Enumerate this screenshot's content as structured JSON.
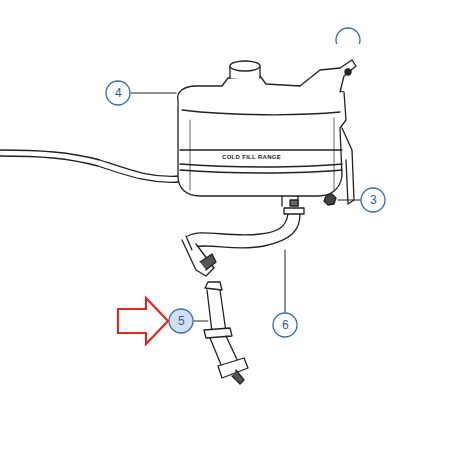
{
  "diagram": {
    "labels": [
      "4",
      "3",
      "5",
      "6",
      "COLD FILL RANGE"
    ]
  }
}
